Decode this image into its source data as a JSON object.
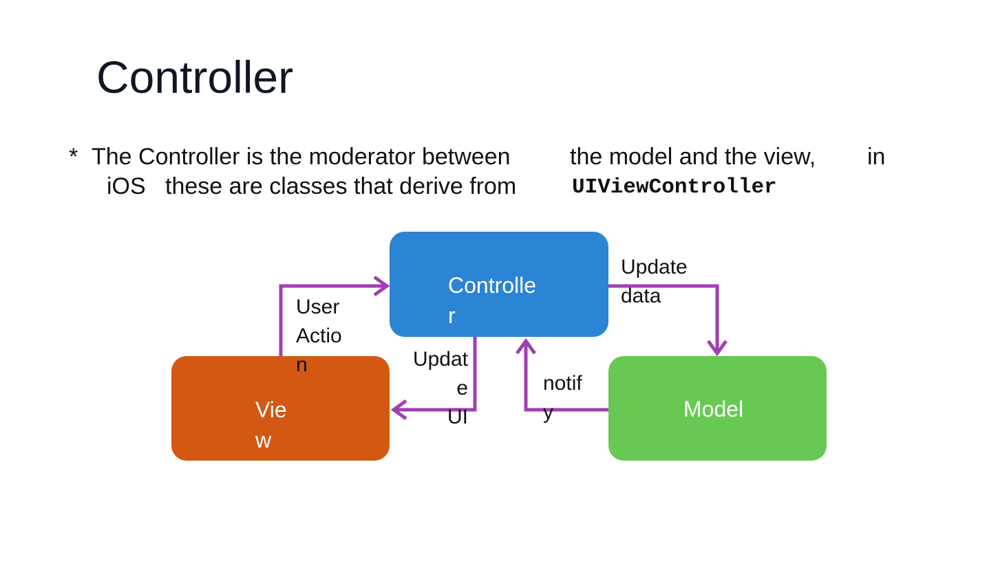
{
  "slide": {
    "title": "Controller",
    "bullet_marker": "*",
    "bullet_text": {
      "line1": [
        "The Controller is the moderator between",
        "the model and the view,",
        "in"
      ],
      "line2_prefix": [
        "iOS",
        "these are classes that derive from"
      ],
      "line2_code": "UIViewController"
    }
  },
  "diagram": {
    "nodes": {
      "controller": "Controlle\nr",
      "view": "Vie\nw",
      "model": "Model"
    },
    "edges": {
      "user_action": "User\nActio\nn",
      "update_data": "Update\ndata",
      "update_ui": "Updat\ne\nUI",
      "notify": "notif\ny"
    },
    "colors": {
      "controller": "#2b84d4",
      "view": "#d35811",
      "model": "#67c954",
      "arrow": "#a040b0"
    }
  }
}
